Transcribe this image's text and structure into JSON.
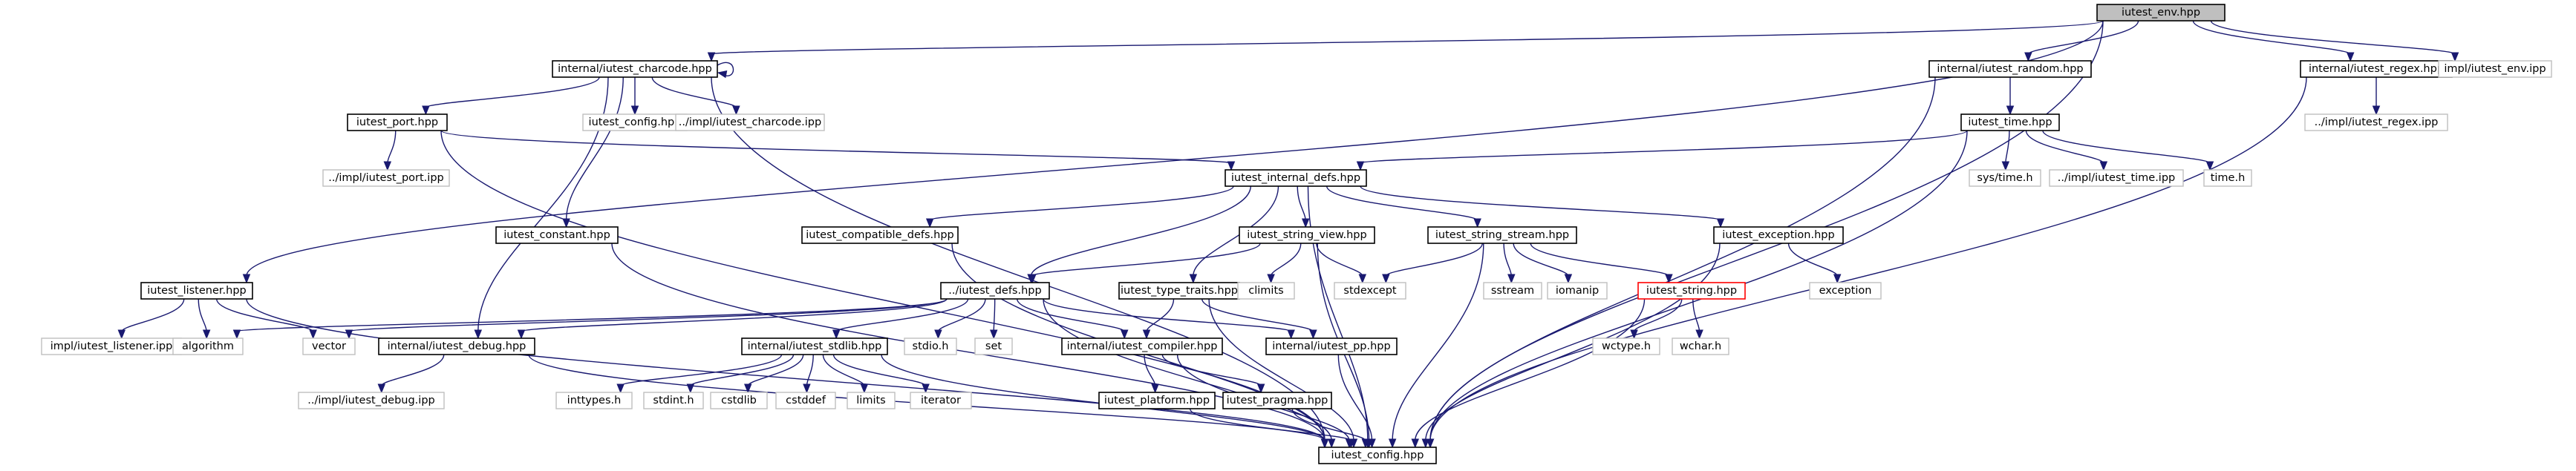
{
  "graph": {
    "nodes": [
      {
        "id": "env",
        "label": "iutest_env.hpp",
        "kind": "root"
      },
      {
        "id": "charcode",
        "label": "internal/iutest_charcode.hpp",
        "kind": "local"
      },
      {
        "id": "random",
        "label": "internal/iutest_random.hpp",
        "kind": "local"
      },
      {
        "id": "regex",
        "label": "internal/iutest_regex.hpp",
        "kind": "local"
      },
      {
        "id": "envipp",
        "label": "impl/iutest_env.ipp",
        "kind": "external"
      },
      {
        "id": "port",
        "label": "iutest_port.hpp",
        "kind": "local"
      },
      {
        "id": "configplain",
        "label": "iutest_config.hpp",
        "kind": "external"
      },
      {
        "id": "charcodeipp",
        "label": "../impl/iutest_charcode.ipp",
        "kind": "external"
      },
      {
        "id": "time",
        "label": "iutest_time.hpp",
        "kind": "local"
      },
      {
        "id": "regexipp",
        "label": "../impl/iutest_regex.ipp",
        "kind": "external"
      },
      {
        "id": "portipp",
        "label": "../impl/iutest_port.ipp",
        "kind": "external"
      },
      {
        "id": "internaldefs",
        "label": "iutest_internal_defs.hpp",
        "kind": "local"
      },
      {
        "id": "systime",
        "label": "sys/time.h",
        "kind": "external"
      },
      {
        "id": "timeipp",
        "label": "../impl/iutest_time.ipp",
        "kind": "external"
      },
      {
        "id": "timeh",
        "label": "time.h",
        "kind": "external"
      },
      {
        "id": "constant",
        "label": "iutest_constant.hpp",
        "kind": "local"
      },
      {
        "id": "compatdefs",
        "label": "iutest_compatible_defs.hpp",
        "kind": "local"
      },
      {
        "id": "stringview",
        "label": "iutest_string_view.hpp",
        "kind": "local"
      },
      {
        "id": "stringstream",
        "label": "iutest_string_stream.hpp",
        "kind": "local"
      },
      {
        "id": "exceptionhpp",
        "label": "iutest_exception.hpp",
        "kind": "local"
      },
      {
        "id": "listener",
        "label": "iutest_listener.hpp",
        "kind": "local"
      },
      {
        "id": "defs",
        "label": "../iutest_defs.hpp",
        "kind": "local"
      },
      {
        "id": "typetraits",
        "label": "iutest_type_traits.hpp",
        "kind": "local"
      },
      {
        "id": "climits",
        "label": "climits",
        "kind": "external"
      },
      {
        "id": "stdexcept",
        "label": "stdexcept",
        "kind": "external"
      },
      {
        "id": "sstream",
        "label": "sstream",
        "kind": "external"
      },
      {
        "id": "iomanip",
        "label": "iomanip",
        "kind": "external"
      },
      {
        "id": "stringhpp",
        "label": "iutest_string.hpp",
        "kind": "broken"
      },
      {
        "id": "exception",
        "label": "exception",
        "kind": "external"
      },
      {
        "id": "listeneripp",
        "label": "impl/iutest_listener.ipp",
        "kind": "external"
      },
      {
        "id": "algorithm",
        "label": "algorithm",
        "kind": "external"
      },
      {
        "id": "vector",
        "label": "vector",
        "kind": "external"
      },
      {
        "id": "debug",
        "label": "internal/iutest_debug.hpp",
        "kind": "local"
      },
      {
        "id": "stdlib",
        "label": "internal/iutest_stdlib.hpp",
        "kind": "local"
      },
      {
        "id": "stdioh",
        "label": "stdio.h",
        "kind": "external"
      },
      {
        "id": "set",
        "label": "set",
        "kind": "external"
      },
      {
        "id": "compiler",
        "label": "internal/iutest_compiler.hpp",
        "kind": "local"
      },
      {
        "id": "pp",
        "label": "internal/iutest_pp.hpp",
        "kind": "local"
      },
      {
        "id": "wctypeh",
        "label": "wctype.h",
        "kind": "external"
      },
      {
        "id": "wcharh",
        "label": "wchar.h",
        "kind": "external"
      },
      {
        "id": "debugipp",
        "label": "../impl/iutest_debug.ipp",
        "kind": "external"
      },
      {
        "id": "inttypes",
        "label": "inttypes.h",
        "kind": "external"
      },
      {
        "id": "stdint",
        "label": "stdint.h",
        "kind": "external"
      },
      {
        "id": "cstdlib",
        "label": "cstdlib",
        "kind": "external"
      },
      {
        "id": "cstddef",
        "label": "cstddef",
        "kind": "external"
      },
      {
        "id": "limits",
        "label": "limits",
        "kind": "external"
      },
      {
        "id": "iterator",
        "label": "iterator",
        "kind": "external"
      },
      {
        "id": "platform",
        "label": "iutest_platform.hpp",
        "kind": "local"
      },
      {
        "id": "pragma",
        "label": "iutest_pragma.hpp",
        "kind": "local"
      },
      {
        "id": "config",
        "label": "iutest_config.hpp",
        "kind": "local"
      }
    ],
    "edges": [
      [
        "env",
        "charcode"
      ],
      [
        "env",
        "random"
      ],
      [
        "env",
        "regex"
      ],
      [
        "env",
        "envipp"
      ],
      [
        "env",
        "listener"
      ],
      [
        "env",
        "config"
      ],
      [
        "charcode",
        "charcode"
      ],
      [
        "charcode",
        "port"
      ],
      [
        "charcode",
        "configplain"
      ],
      [
        "charcode",
        "charcodeipp"
      ],
      [
        "charcode",
        "constant"
      ],
      [
        "charcode",
        "debug"
      ],
      [
        "charcode",
        "config"
      ],
      [
        "random",
        "time"
      ],
      [
        "random",
        "config"
      ],
      [
        "regex",
        "regexipp"
      ],
      [
        "regex",
        "config"
      ],
      [
        "port",
        "portipp"
      ],
      [
        "port",
        "internaldefs"
      ],
      [
        "port",
        "config"
      ],
      [
        "time",
        "internaldefs"
      ],
      [
        "time",
        "systime"
      ],
      [
        "time",
        "timeipp"
      ],
      [
        "time",
        "timeh"
      ],
      [
        "time",
        "config"
      ],
      [
        "internaldefs",
        "compatdefs"
      ],
      [
        "internaldefs",
        "stringview"
      ],
      [
        "internaldefs",
        "stringstream"
      ],
      [
        "internaldefs",
        "exceptionhpp"
      ],
      [
        "internaldefs",
        "defs"
      ],
      [
        "internaldefs",
        "typetraits"
      ],
      [
        "internaldefs",
        "config"
      ],
      [
        "constant",
        "config"
      ],
      [
        "compatdefs",
        "config"
      ],
      [
        "stringview",
        "climits"
      ],
      [
        "stringview",
        "stdexcept"
      ],
      [
        "stringview",
        "defs"
      ],
      [
        "stringview",
        "config"
      ],
      [
        "stringstream",
        "stdexcept"
      ],
      [
        "stringstream",
        "sstream"
      ],
      [
        "stringstream",
        "iomanip"
      ],
      [
        "stringstream",
        "stringhpp"
      ],
      [
        "stringstream",
        "config"
      ],
      [
        "exceptionhpp",
        "exception"
      ],
      [
        "exceptionhpp",
        "config"
      ],
      [
        "listener",
        "listeneripp"
      ],
      [
        "listener",
        "algorithm"
      ],
      [
        "listener",
        "vector"
      ],
      [
        "listener",
        "config"
      ],
      [
        "defs",
        "algorithm"
      ],
      [
        "defs",
        "vector"
      ],
      [
        "defs",
        "debug"
      ],
      [
        "defs",
        "stdlib"
      ],
      [
        "defs",
        "stdioh"
      ],
      [
        "defs",
        "set"
      ],
      [
        "defs",
        "compiler"
      ],
      [
        "defs",
        "pp"
      ],
      [
        "defs",
        "config"
      ],
      [
        "typetraits",
        "compiler"
      ],
      [
        "typetraits",
        "pp"
      ],
      [
        "typetraits",
        "config"
      ],
      [
        "stringhpp",
        "wctypeh"
      ],
      [
        "stringhpp",
        "wcharh"
      ],
      [
        "stringhpp",
        "config"
      ],
      [
        "debug",
        "debugipp"
      ],
      [
        "debug",
        "config"
      ],
      [
        "stdlib",
        "inttypes"
      ],
      [
        "stdlib",
        "stdint"
      ],
      [
        "stdlib",
        "cstdlib"
      ],
      [
        "stdlib",
        "cstddef"
      ],
      [
        "stdlib",
        "limits"
      ],
      [
        "stdlib",
        "iterator"
      ],
      [
        "stdlib",
        "config"
      ],
      [
        "compiler",
        "platform"
      ],
      [
        "compiler",
        "pragma"
      ],
      [
        "compiler",
        "config"
      ],
      [
        "pp",
        "config"
      ],
      [
        "platform",
        "config"
      ],
      [
        "pragma",
        "config"
      ]
    ]
  }
}
